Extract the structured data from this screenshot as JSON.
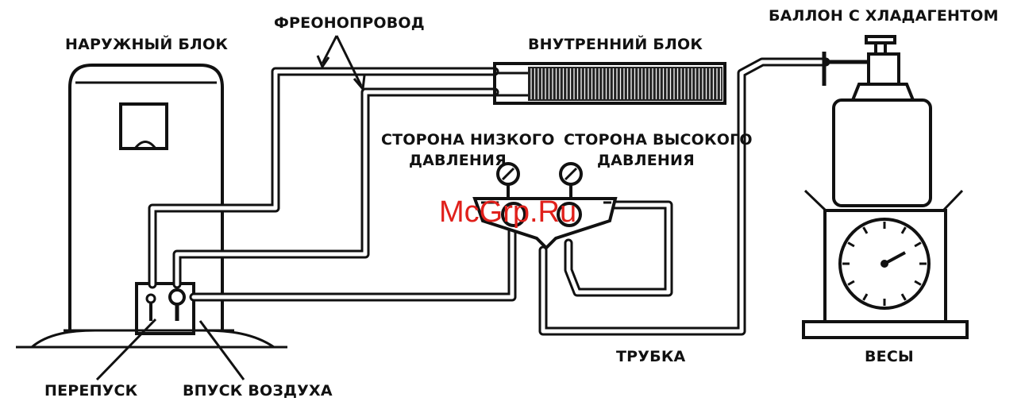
{
  "labels": {
    "outdoor_unit": "НАРУЖНЫЙ БЛОК",
    "refrigerant_line": "ФРЕОНОПРОВОД",
    "indoor_unit": "ВНУТРЕННИЙ БЛОК",
    "cylinder": "БАЛЛОН С ХЛАДАГЕНТОМ",
    "low_side_line1": "СТОРОНА НИЗКОГО",
    "low_side_line2": "ДАВЛЕНИЯ",
    "high_side_line1": "СТОРОНА ВЫСОКОГО",
    "high_side_line2": "ДАВЛЕНИЯ",
    "hose": "ТРУБКА",
    "scales": "ВЕСЫ",
    "bypass": "ПЕРЕПУСК",
    "air_inlet": "ВПУСК ВОЗДУХА"
  },
  "watermark": "McGrp.Ru",
  "colors": {
    "line": "#111111",
    "watermark": "#e0201b"
  }
}
